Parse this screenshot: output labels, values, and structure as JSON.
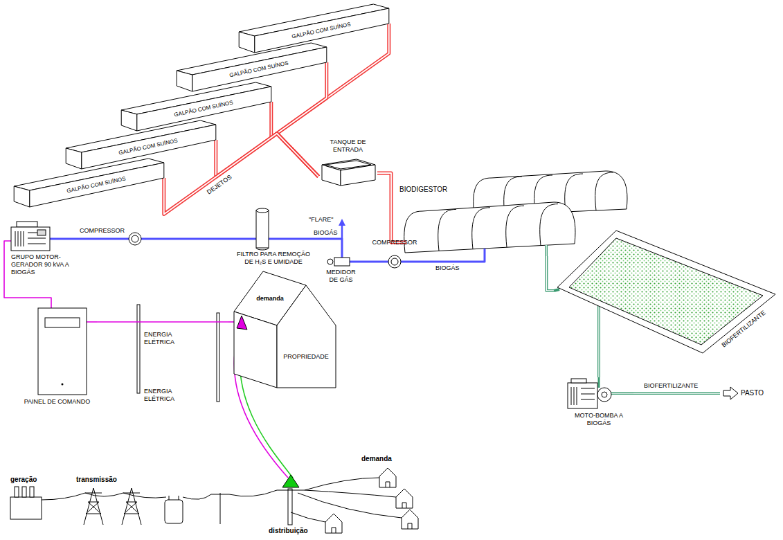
{
  "diagram": {
    "nodes": [
      {
        "text": [
          "GALPÃO COM SUÍNOS"
        ]
      },
      {
        "text": [
          "GALPÃO COM SUÍNOS"
        ]
      },
      {
        "text": [
          "GALPÃO COM SUÍNOS"
        ]
      },
      {
        "text": [
          "GALPÃO COM SUÍNOS"
        ]
      },
      {
        "text": [
          "GALPÃO COM SUÍNOS"
        ]
      },
      {
        "text": [
          "TANQUE DE ENTRADA"
        ]
      },
      {
        "text": [
          "BIODIGESTOR"
        ]
      },
      {
        "text": [
          "COMPRESSOR"
        ]
      },
      {
        "text": [
          "MEDIDOR DE GÁS"
        ]
      },
      {
        "text": [
          "FILTRO PARA REMOÇÃO DE H₂S E UMIDADE"
        ]
      },
      {
        "text": [
          "COMPRESSOR"
        ]
      },
      {
        "text": [
          "GRUPO MOTOR-GERADOR 90 kVA A BIOGÁS"
        ]
      },
      {
        "text": [
          "PAINEL DE COMANDO"
        ]
      },
      {
        "text": [
          "demanda",
          "PROPRIEDADE"
        ]
      },
      {
        "text": [
          "BIOFERTILIZANTE"
        ]
      },
      {
        "text": [
          "MOTO-BOMBA A BIOGÁS"
        ]
      }
    ],
    "edges": [
      {
        "from": 0,
        "to": 5,
        "arrow": "none"
      },
      {
        "from": 1,
        "to": 5,
        "arrow": "none"
      },
      {
        "from": 2,
        "to": 5,
        "arrow": "none"
      },
      {
        "from": 3,
        "to": 5,
        "arrow": "none"
      },
      {
        "from": 4,
        "to": 5,
        "label": "DEJETOS",
        "arrow": "none"
      },
      {
        "from": 5,
        "to": 6,
        "arrow": "none"
      },
      {
        "from": 6,
        "to": 7,
        "label": "BIOGÁS",
        "arrow": "none"
      },
      {
        "from": 7,
        "to": 8,
        "arrow": "none"
      },
      {
        "from": 8,
        "to": 9,
        "label": "BIOGÁS",
        "arrow": "none"
      },
      {
        "from": 9,
        "to": 10,
        "arrow": "none"
      },
      {
        "from": 10,
        "to": 11,
        "arrow": "none"
      },
      {
        "from": 11,
        "to": 12,
        "arrow": "none"
      },
      {
        "from": 12,
        "to": 13,
        "arrow": "none"
      },
      {
        "from": 6,
        "to": 14,
        "arrow": "none"
      },
      {
        "from": 14,
        "to": 15,
        "arrow": "none"
      }
    ],
    "labels": [
      "\"FLARE\"",
      "ENERGIA ELÉTRICA",
      "ENERGIA ELÉTRICA",
      "BIOFERTILIZANTE",
      "PASTO",
      "geração",
      "transmissão",
      "distribuição",
      "demanda"
    ]
  }
}
